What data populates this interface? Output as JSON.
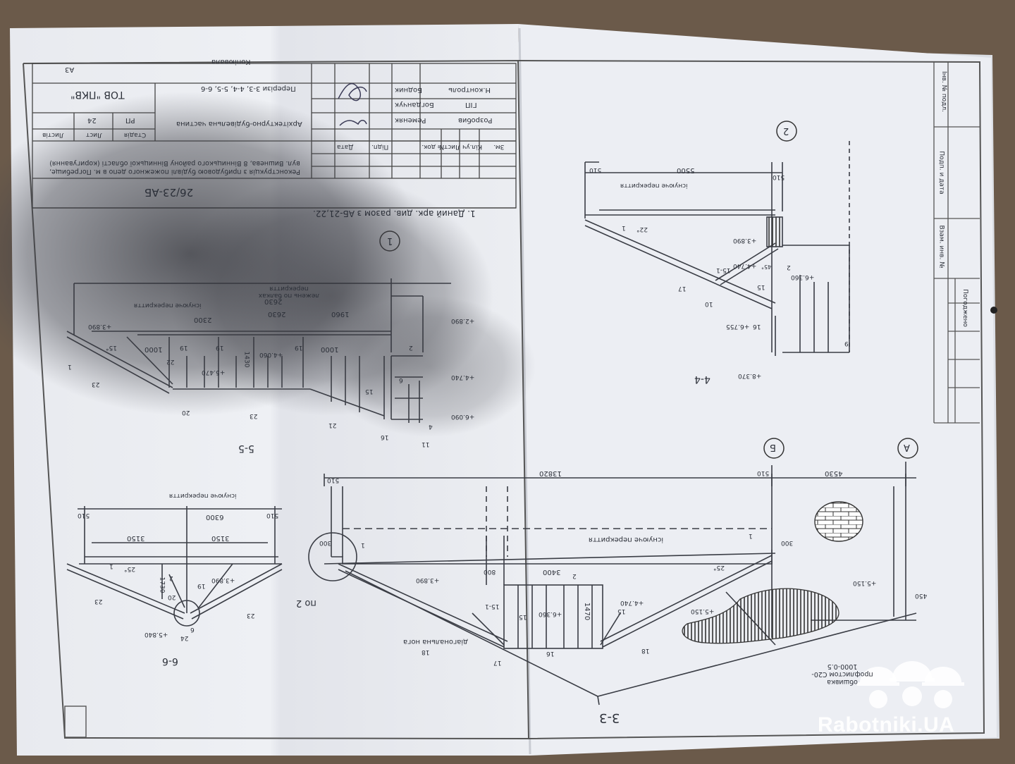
{
  "document": {
    "title_block": {
      "code": "26/23-АБ",
      "project": "Реконструкція з прибудовою будівлі пожежного депо в м. Погребище, вул. Вишнева, 8 Вінницького району Вінницької області (коригування)",
      "part": "Архітектурно-будівельна частина",
      "sheet_title": "Перерізи 3-3, 4-4, 5-5, 6-6",
      "company": "ТОВ \"ПКВ\"",
      "format": "А3",
      "copied": "Копіювала",
      "stage_header": "Стадія",
      "sheet_header": "Лист",
      "sheets_header": "Листів",
      "stage": "РП",
      "sheet_no": "24",
      "col_headers": [
        "Зм.",
        "Кіл.уч",
        "Лист",
        "№ док.",
        "Підп.",
        "Дата"
      ],
      "roles": [
        {
          "role": "Розробив",
          "name": "Ременяк"
        },
        {
          "role": "ГІП",
          "name": "Богданчук"
        },
        {
          "role": "Н.контроль",
          "name": "Бодник"
        }
      ]
    },
    "note": "1. Даний арк. див. разом з АБ-21,22.",
    "side_stamp": [
      "Інв. № подл.",
      "Подп. и дата",
      "Взам. инв. №"
    ],
    "approval": "Погоджено",
    "sections": {
      "s33": {
        "title": "3-3",
        "axes": [
          "А",
          "Б"
        ],
        "dims": [
          "4530",
          "13820",
          "510",
          "510",
          "300",
          "300",
          "450",
          "3400",
          "1470",
          "800"
        ],
        "levels": [
          "+5.150",
          "+3.890",
          "+4.740",
          "+6.360",
          "+5.150"
        ],
        "labels": [
          "існуюче перекриття",
          "діагональна нога",
          "обшивка профлистом С20-1000-0.5",
          "по 2"
        ],
        "angles": [
          "25°"
        ],
        "marks": [
          "1",
          "1",
          "2",
          "15",
          "15-1",
          "15",
          "16",
          "17",
          "18",
          "18"
        ]
      },
      "s44": {
        "title": "4-4",
        "axis": "2",
        "dims": [
          "5500",
          "510",
          "510"
        ],
        "levels": [
          "+3.890",
          "+4.740",
          "+6.360",
          "+6.755",
          "+8.370"
        ],
        "labels": [
          "існуюче перекриття"
        ],
        "angles": [
          "22°",
          "45°"
        ],
        "marks": [
          "1",
          "2",
          "10",
          "15",
          "15-1",
          "16",
          "17",
          "9"
        ]
      },
      "s55": {
        "title": "5-5",
        "axis": "1",
        "dims": [
          "1960",
          "2630",
          "2300",
          "2630",
          "1000",
          "1000",
          "1430"
        ],
        "levels": [
          "+2.890",
          "+4.740",
          "+6.090",
          "+3.890",
          "+5.470",
          "+4.060"
        ],
        "labels": [
          "існуюче перекриття",
          "лежень по балках перекриття"
        ],
        "angles": [
          "15°"
        ],
        "marks": [
          "1",
          "2",
          "4",
          "6",
          "11",
          "15",
          "16",
          "19",
          "19",
          "19",
          "20",
          "21",
          "22",
          "23",
          "23"
        ]
      },
      "s66": {
        "title": "6-6",
        "dims": [
          "6300",
          "3150",
          "3150",
          "510",
          "510",
          "1730"
        ],
        "levels": [
          "+3.890",
          "+5.840"
        ],
        "labels": [
          "існуюче перекриття"
        ],
        "angles": [
          "25°"
        ],
        "marks": [
          "1",
          "2",
          "19",
          "20",
          "23",
          "23",
          "24",
          "6"
        ]
      }
    }
  },
  "watermark": "Rabotniki.UA",
  "colors": {
    "table": "#6b5a4a",
    "paper": "#eceef3",
    "ink": "#2b2f38",
    "hatch": "#3a3a3a"
  }
}
